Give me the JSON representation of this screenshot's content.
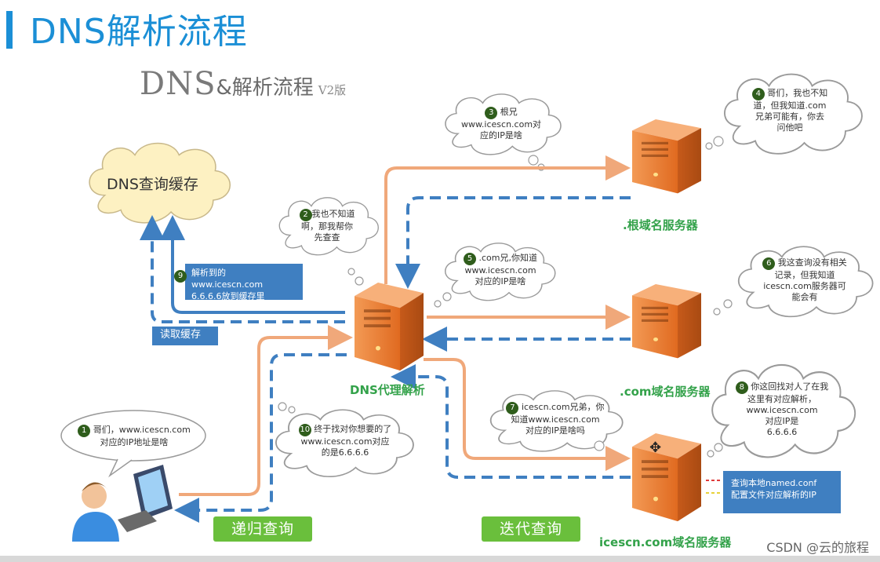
{
  "page_title": "DNS解析流程",
  "diagram_title": {
    "main": "DNS",
    "sub": "&解析流程",
    "version": "V2版"
  },
  "cache_cloud": "DNS查询缓存",
  "servers": {
    "root": ".根域名服务器",
    "com": ".com域名服务器",
    "icescn": "icescn.com域名服务器",
    "proxy": "DNS代理解析"
  },
  "steps": [
    {
      "num": "1",
      "text": "哥们，www.icescn.com\n对应的IP地址是啥"
    },
    {
      "num": "2",
      "text": "我也不知道\n啊，那我帮你\n先查查"
    },
    {
      "num": "3",
      "text": "根兄\nwww.icescn.com对\n应的IP是啥"
    },
    {
      "num": "4",
      "text": "哥们，我也不知\n道，但我知道.com\n兄弟可能有，你去\n问他吧"
    },
    {
      "num": "5",
      "text": ".com兄,你知道\nwww.icescn.com\n对应的IP是啥"
    },
    {
      "num": "6",
      "text": "我这查询没有相关\n记录，但我知道\nicescn.com服务器可\n能会有"
    },
    {
      "num": "7",
      "text": "icescn.com兄弟，你\n知道www.icescn.com\n对应的IP是啥吗"
    },
    {
      "num": "8",
      "text": "你这回找对人了在我\n这里有对应解析，\nwww.icescn.com\n对应IP是\n6.6.6.6"
    },
    {
      "num": "9",
      "text": "解析到的www.icescn.com\n6.6.6.6放到缓存里"
    },
    {
      "num": "10",
      "text": "终于找对你想要的了\nwww.icescn.com对应\n的是6.6.6.6"
    }
  ],
  "read_cache_label": "读取缓存",
  "local_config_note": "查询本地named.conf\n配置文件对应解析的IP",
  "buttons": {
    "recursive": "递归查询",
    "iterative": "迭代查询"
  },
  "watermark": "CSDN @云的旅程",
  "colors": {
    "title_blue": "#1b8fd6",
    "arrow_orange": "#f0a87a",
    "arrow_blue": "#3f7fc1",
    "server_orange": "#e8702a",
    "label_green": "#33a24a",
    "button_green": "#6abf3c"
  }
}
